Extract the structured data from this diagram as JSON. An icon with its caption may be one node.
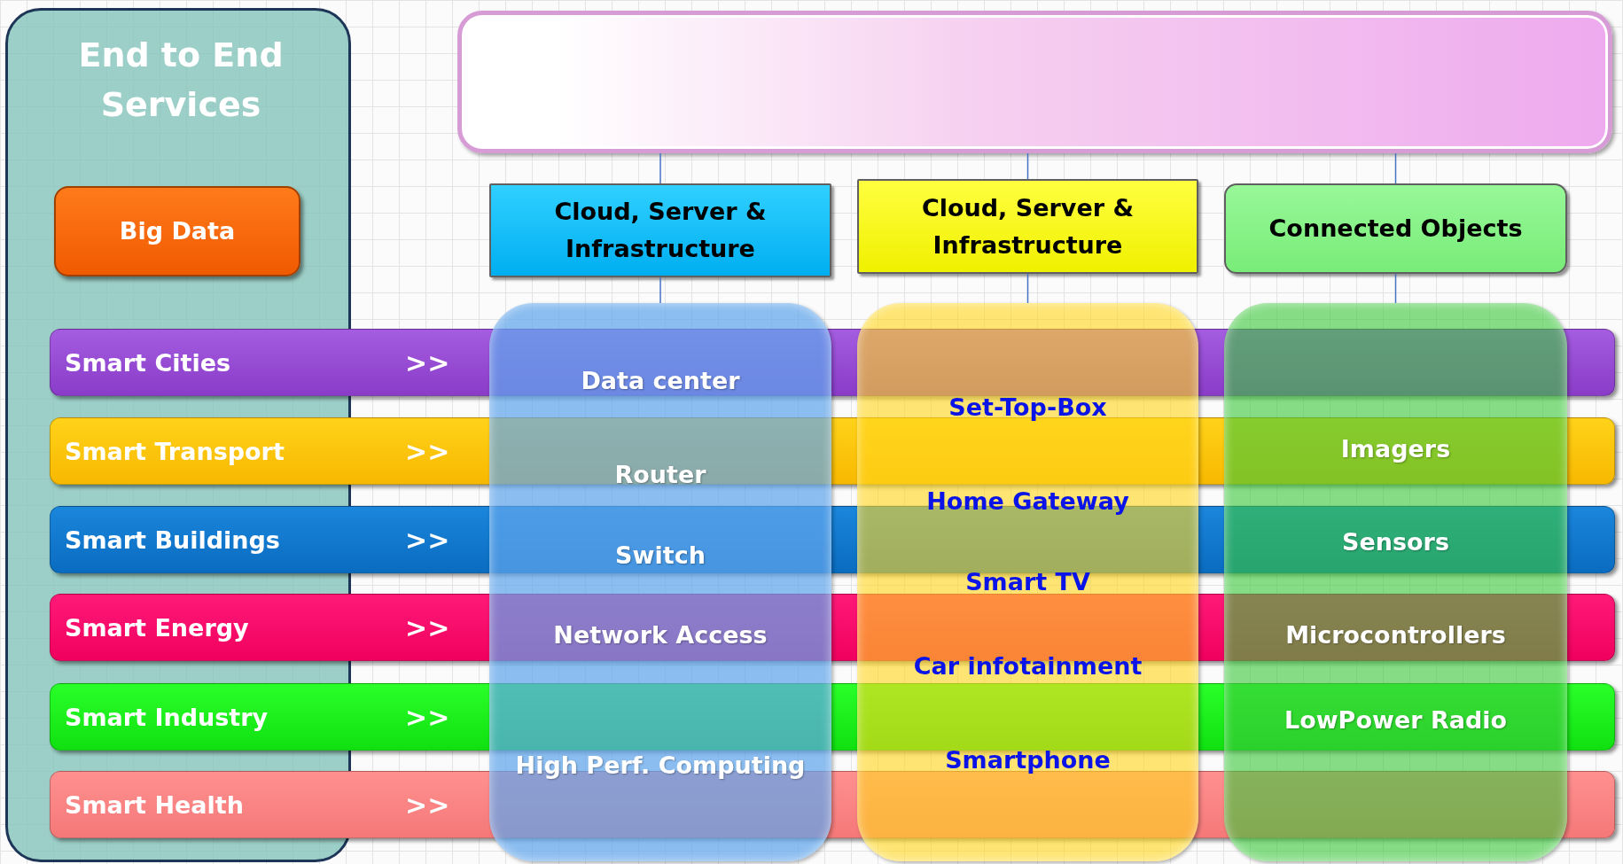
{
  "diagram": {
    "nodes": [
      {
        "text": [
          "End to End Services"
        ]
      },
      {
        "text": [
          "Big Data"
        ],
        "in": 0
      },
      {
        "text": [],
        "shape": "box"
      },
      {
        "text": [
          "Cloud, Server & Infrastructure"
        ]
      },
      {
        "text": [
          "Cloud, Server & Infrastructure"
        ]
      },
      {
        "text": [
          "Connected Objects"
        ]
      },
      {
        "text": [
          "Smart Cities",
          ">>"
        ]
      },
      {
        "text": [
          "Smart Transport",
          ">>"
        ]
      },
      {
        "text": [
          "Smart Buildings",
          ">>"
        ]
      },
      {
        "text": [
          "Smart Energy",
          ">>"
        ]
      },
      {
        "text": [
          "Smart Industry",
          ">>"
        ]
      },
      {
        "text": [
          "Smart Health",
          ">>"
        ]
      },
      {
        "text": [],
        "shape": "box"
      },
      {
        "text": [
          "Data center"
        ]
      },
      {
        "text": [
          "Router"
        ]
      },
      {
        "text": [
          "Switch"
        ]
      },
      {
        "text": [
          "Network Access"
        ]
      },
      {
        "text": [
          "High Perf. Computing"
        ],
        "in": 12
      },
      {
        "text": [],
        "shape": "box"
      },
      {
        "text": [
          "Set-Top-Box"
        ],
        "in": 18
      },
      {
        "text": [
          "Home Gateway"
        ],
        "in": 18
      },
      {
        "text": [
          "Smart TV"
        ],
        "in": 18
      },
      {
        "text": [
          "Car infotainment"
        ],
        "in": 18
      },
      {
        "text": [
          "Smartphone"
        ],
        "in": 18
      },
      {
        "text": [],
        "shape": "box"
      },
      {
        "text": [
          "Imagers"
        ]
      },
      {
        "text": [
          "Sensors"
        ]
      },
      {
        "text": [
          "Microcontrollers"
        ]
      },
      {
        "text": [
          "LowPower Radio"
        ]
      }
    ],
    "edges": [
      {
        "from": 2,
        "to": 3,
        "arrow": "none"
      },
      {
        "from": 2,
        "to": 4,
        "arrow": "none"
      },
      {
        "from": 2,
        "to": 5,
        "arrow": "none"
      },
      {
        "from": 3,
        "to": 12,
        "arrow": "none"
      },
      {
        "from": 4,
        "to": 18,
        "arrow": "none"
      },
      {
        "from": 5,
        "to": 24,
        "arrow": "none"
      }
    ]
  }
}
